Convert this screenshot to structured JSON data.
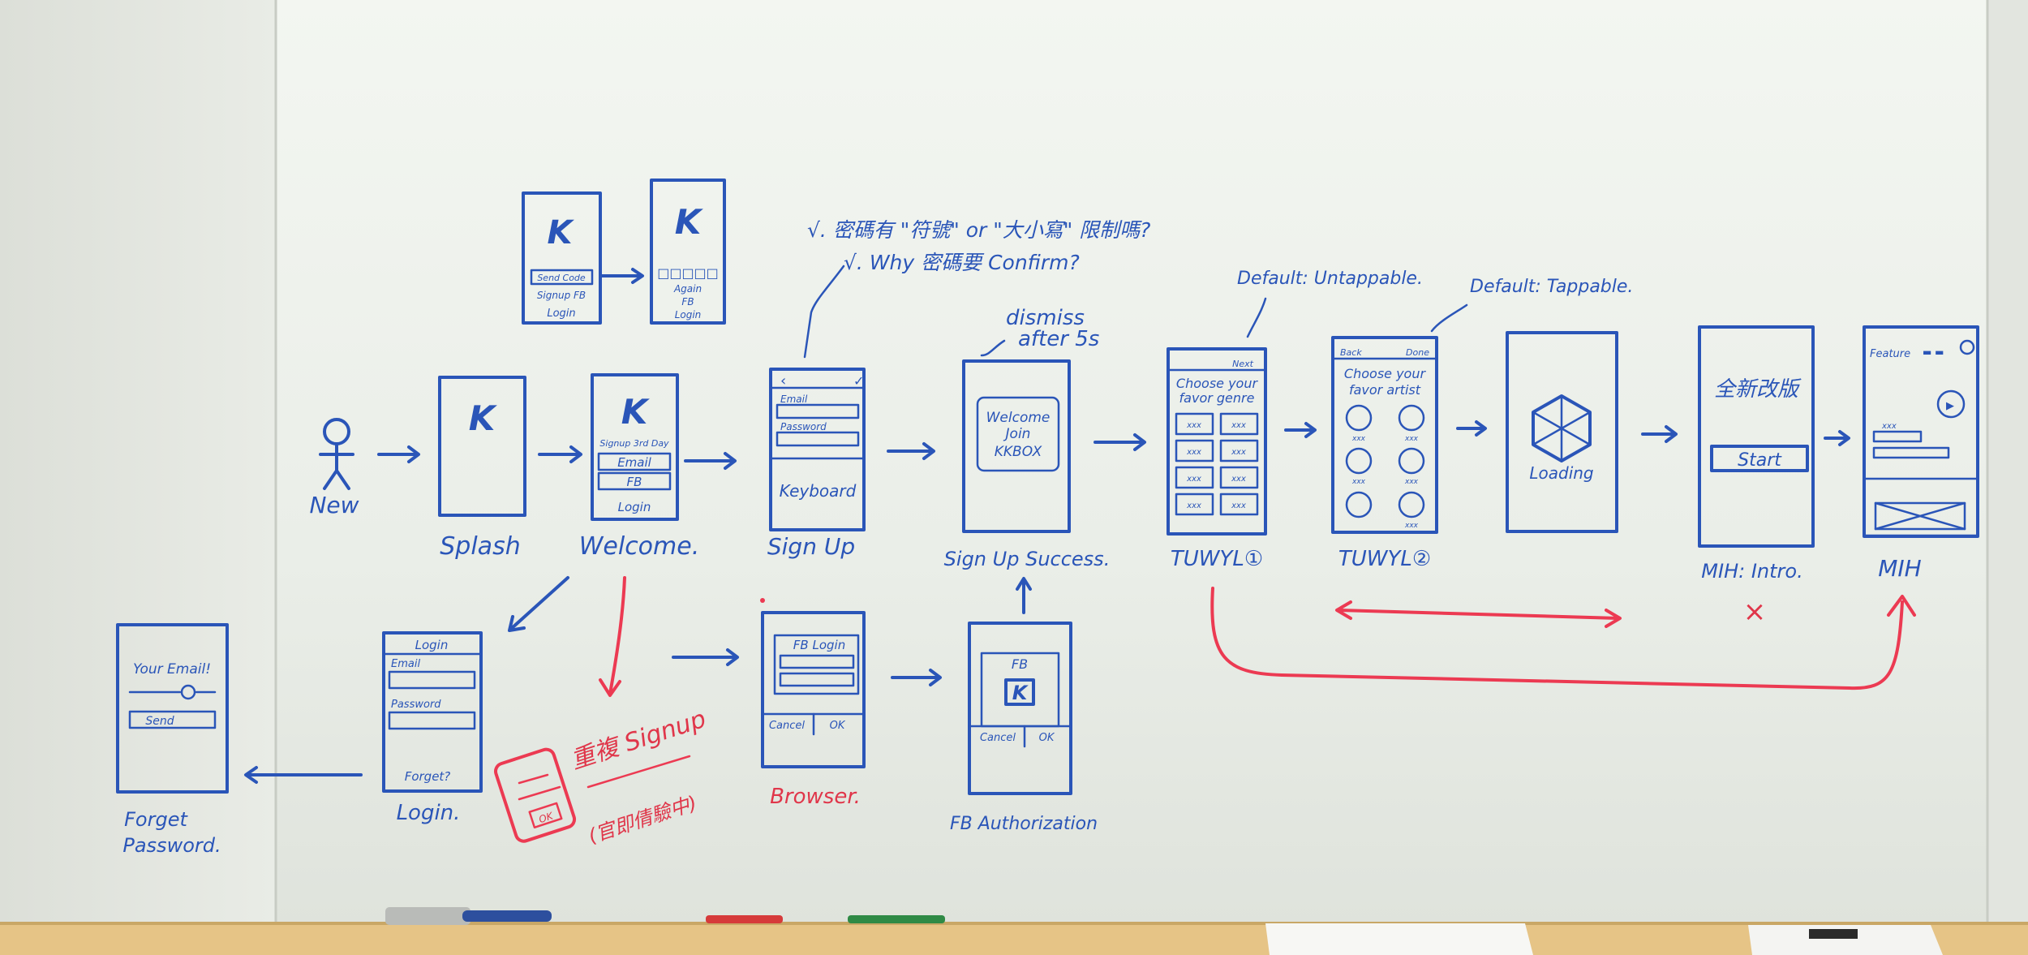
{
  "labels": {
    "new": "New",
    "splash": "Splash",
    "welcome": "Welcome.",
    "signup": "Sign Up",
    "signup_success": "Sign Up Success.",
    "tuwyl1": "TUWYL①",
    "tuwyl2": "TUWYL②",
    "mih_intro": "MIH: Intro.",
    "mih": "MIH",
    "login": "Login.",
    "forget_password_1": "Forget",
    "forget_password_2": "Password.",
    "browser": "Browser.",
    "fb_auth": "FB Authorization"
  },
  "notes": {
    "q1": "√. 密碼有 \"符號\" or \"大小寫\" 限制嗎?",
    "q2": "√. Why 密碼要 Confirm?",
    "dismiss_1": "dismiss",
    "dismiss_2": "after 5s",
    "untappable": "Default: Untappable.",
    "tappable": "Default: Tappable.",
    "resignup_1": "重複 Signup",
    "resignup_2": "(官即倩驗中)",
    "intro_x": "×"
  },
  "screens": {
    "top1": {
      "k": "K",
      "lines": [
        "Send Code",
        "Signup FB",
        "Login"
      ]
    },
    "top2": {
      "k": "K",
      "lines": [
        "□□□□□",
        "Again",
        "FB",
        "Login"
      ]
    },
    "splash": {
      "k": "K"
    },
    "welcome": {
      "k": "K",
      "lines": [
        "Signup 3rd Day",
        "Email",
        "FB",
        "Login"
      ]
    },
    "signup": {
      "lines": [
        "Email",
        "Password",
        "Keyboard"
      ]
    },
    "success": {
      "lines": [
        "Welcome",
        "Join",
        "KKBOX"
      ]
    },
    "tuwyl1": {
      "top": "Next",
      "lines": [
        "Choose your",
        "favor genre"
      ],
      "cell": "xxx"
    },
    "tuwyl2": {
      "top_left": "Back",
      "top_right": "Done",
      "lines": [
        "Choose your",
        "favor artist"
      ],
      "cell": "xxx"
    },
    "loading": {
      "label": "Loading"
    },
    "mih_intro": {
      "title": "全新改版",
      "button": "Start"
    },
    "mih": {
      "top": "Feature",
      "cell": "xxx"
    },
    "login": {
      "lines": [
        "Login",
        "Email",
        "Password",
        "Forget?"
      ]
    },
    "forget": {
      "lines": [
        "Your Email!",
        "Send"
      ]
    },
    "browser": {
      "lines": [
        "FB Login",
        "Cancel",
        "OK"
      ]
    },
    "fbauth": {
      "lines": [
        "FB",
        "K",
        "Cancel",
        "OK"
      ]
    },
    "resignup_box": {
      "ok": "OK"
    }
  },
  "colors": {
    "marker_blue": "#2a55b8",
    "marker_red": "#ec3a52",
    "board": "#eef2ec",
    "ledge": "#e7c58a"
  }
}
